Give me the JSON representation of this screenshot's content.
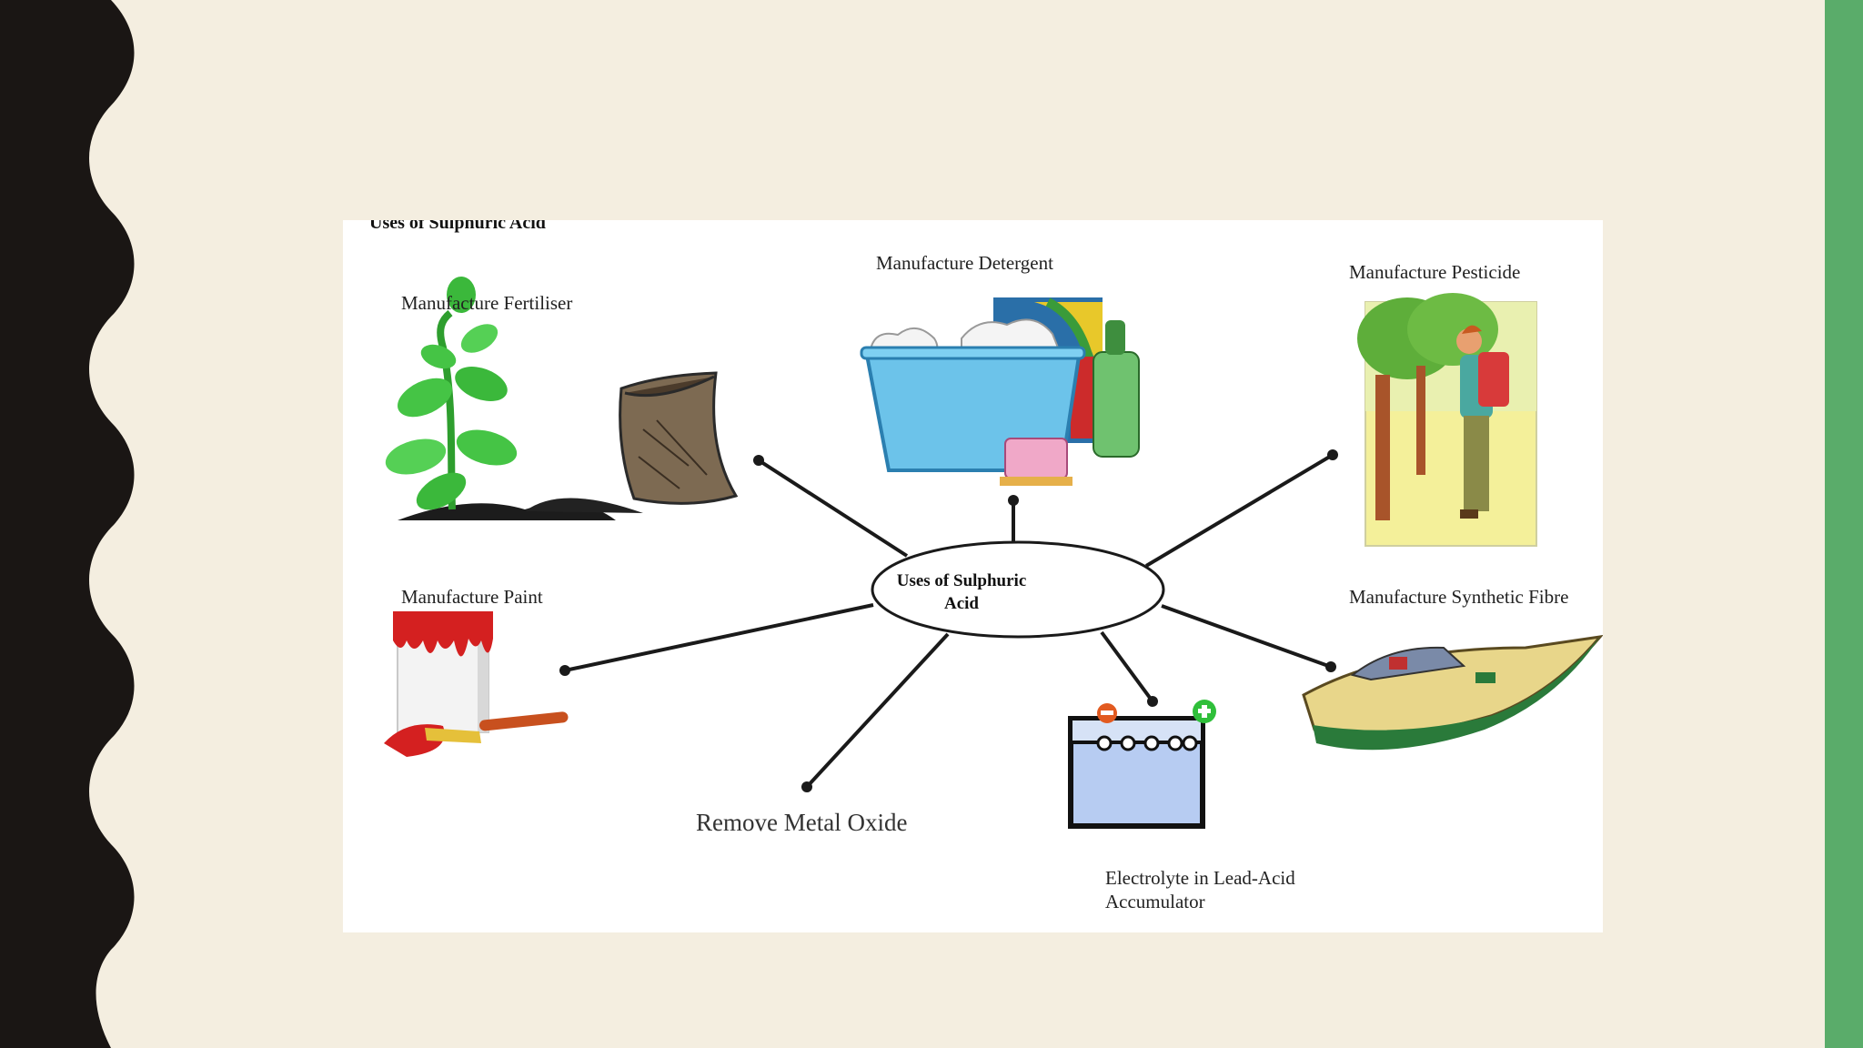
{
  "diagram": {
    "title": "Uses of Sulphuric Acid",
    "center": {
      "line1": "Uses of Sulphuric",
      "line2": "Acid"
    },
    "nodes": {
      "fertiliser": "Manufacture Fertiliser",
      "detergent": "Manufacture Detergent",
      "pesticide": "Manufacture Pesticide",
      "paint": "Manufacture Paint",
      "synthetic_fibre": "Manufacture Synthetic Fibre",
      "metal_oxide": "Remove Metal Oxide",
      "electrolyte": "Electrolyte in Lead-Acid\nAccumulator"
    }
  },
  "colors": {
    "background": "#f4eee0",
    "left_border": "#1a1614",
    "right_accent": "#5aac6a",
    "panel": "#ffffff",
    "connector": "#1a1a1a"
  }
}
